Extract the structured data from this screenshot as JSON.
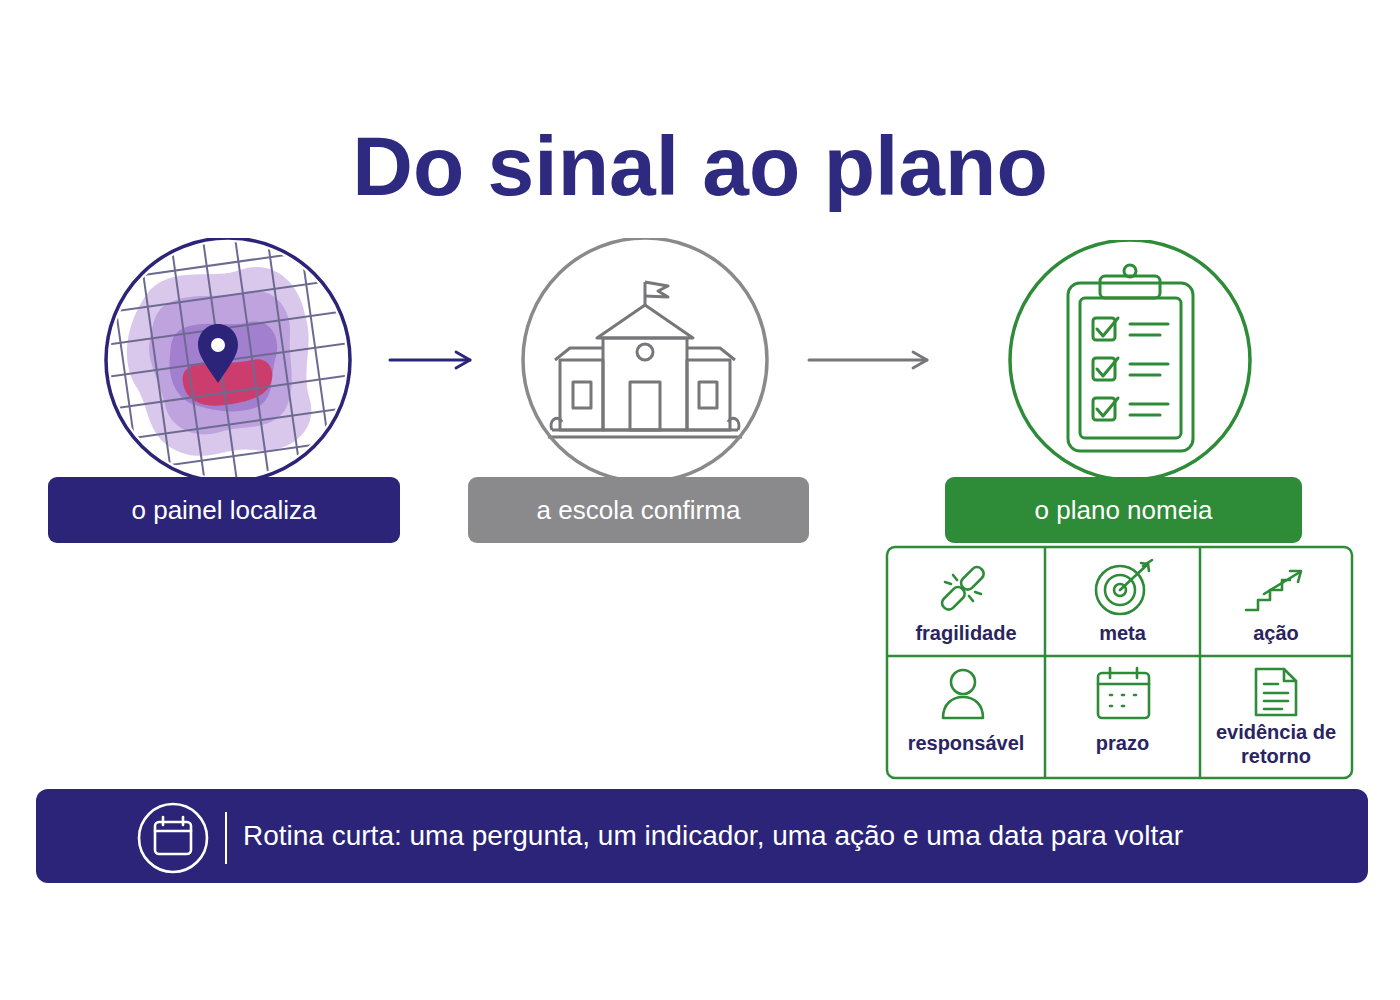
{
  "diagram": {
    "title": "Do sinal ao plano",
    "nodes": [
      {
        "text": [
          "o painel localiza"
        ]
      },
      {
        "text": [
          "a escola confirma"
        ]
      },
      {
        "text": [
          "o plano nomeia"
        ]
      },
      {
        "text": [
          "fragilidade"
        ]
      },
      {
        "text": [
          "meta"
        ]
      },
      {
        "text": [
          "ação"
        ]
      },
      {
        "text": [
          "responsável"
        ]
      },
      {
        "text": [
          "prazo"
        ]
      },
      {
        "text": [
          "evidência de retorno"
        ]
      },
      {
        "text": [
          "Rotina curta: uma pergunta, um indicador, uma ação e uma data para voltar"
        ]
      }
    ],
    "edges": [
      {
        "from": 0,
        "to": 1,
        "arrow": "to"
      },
      {
        "from": 1,
        "to": 2,
        "arrow": "to"
      }
    ]
  }
}
